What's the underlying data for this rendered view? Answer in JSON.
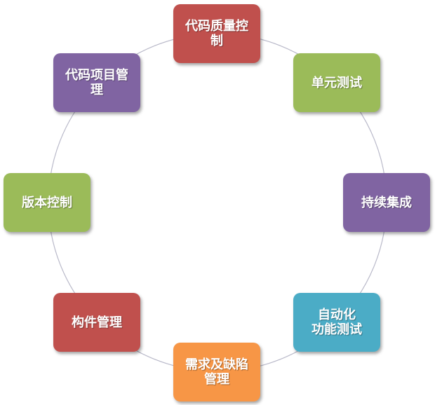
{
  "nodes": [
    {
      "label": "代码质量控\n制",
      "color": "#C0504D"
    },
    {
      "label": "单元测试",
      "color": "#9BBB59"
    },
    {
      "label": "持续集成",
      "color": "#8064A2"
    },
    {
      "label": "自动化\n功能测试",
      "color": "#4BACC6"
    },
    {
      "label": "需求及缺陷\n管理",
      "color": "#F79646"
    },
    {
      "label": "构件管理",
      "color": "#C0504D"
    },
    {
      "label": "版本控制",
      "color": "#9BBB59"
    },
    {
      "label": "代码项目管\n理",
      "color": "#8064A2"
    }
  ]
}
